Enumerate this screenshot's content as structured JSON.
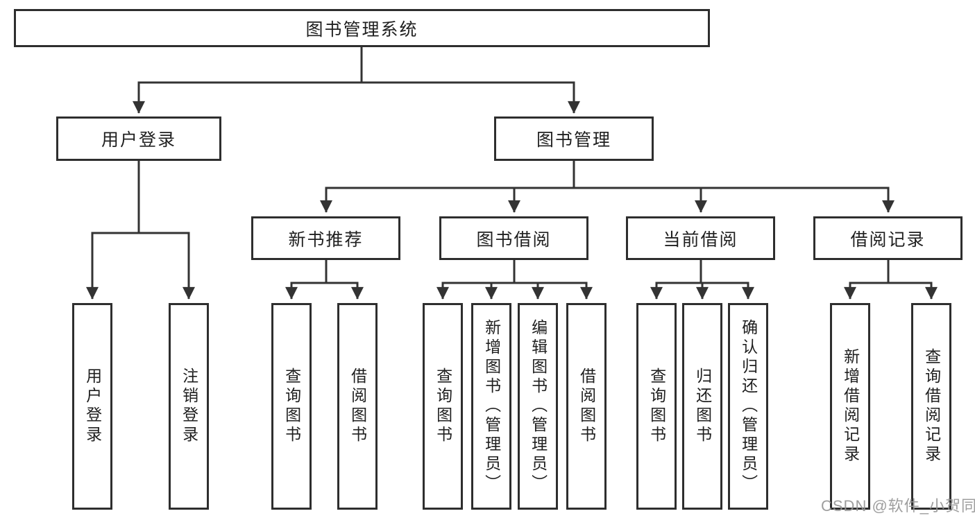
{
  "diagram": {
    "root": {
      "label": "图书管理系统"
    },
    "level2": [
      {
        "label": "用户登录"
      },
      {
        "label": "图书管理"
      }
    ],
    "level3": [
      {
        "label": "新书推荐"
      },
      {
        "label": "图书借阅"
      },
      {
        "label": "当前借阅"
      },
      {
        "label": "借阅记录"
      }
    ],
    "leaves": {
      "user_login": [
        "用户登录",
        "注销登录"
      ],
      "new_books": [
        "查询图书",
        "借阅图书"
      ],
      "borrow": [
        "查询图书",
        "新增图书（管理员）",
        "编辑图书（管理员）",
        "借阅图书"
      ],
      "current": [
        "查询图书",
        "归还图书",
        "确认归还（管理员）"
      ],
      "records": [
        "新增借阅记录",
        "查询借阅记录"
      ]
    },
    "colors": {
      "border": "#2e2e2e",
      "line": "#333333",
      "text": "#1f1f1f",
      "watermark": "#969696",
      "background": "#ffffff"
    }
  },
  "watermark": {
    "text": "CSDN @软件_小贺同学"
  }
}
